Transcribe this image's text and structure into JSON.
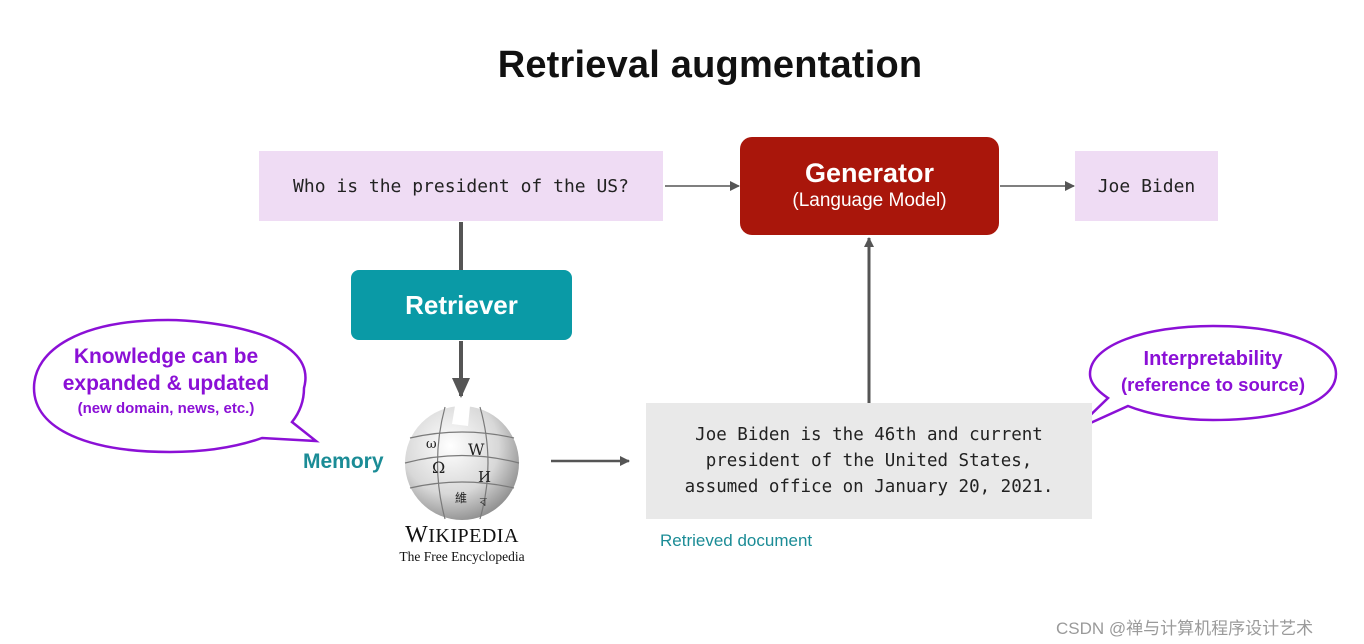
{
  "title": "Retrieval augmentation",
  "query": "Who is the president of the US?",
  "generator": {
    "title": "Generator",
    "subtitle": "(Language Model)"
  },
  "answer": "Joe Biden",
  "retriever": "Retriever",
  "memory_label": "Memory",
  "wikipedia": {
    "name_first": "W",
    "name_rest": "IKIPEDIA",
    "tagline": "The Free Encyclopedia"
  },
  "document": {
    "lines": [
      "Joe Biden is the 46th and current",
      "president of the United States,",
      "assumed office on January 20, 2021."
    ],
    "caption": "Retrieved document"
  },
  "callouts": {
    "knowledge": {
      "line1": "Knowledge can be",
      "line2": "expanded & updated",
      "line3": "(new domain, news, etc.)"
    },
    "interpretability": {
      "line1": "Interpretability",
      "line2": "(reference to source)"
    }
  },
  "watermark": "CSDN @禅与计算机程序设计艺术",
  "colors": {
    "query_bg": "#efdcf4",
    "generator": "#a9160b",
    "retriever": "#0a9aa6",
    "document_bg": "#e9e9e9",
    "callout": "#8b10d6",
    "teal_text": "#1b8c96"
  }
}
